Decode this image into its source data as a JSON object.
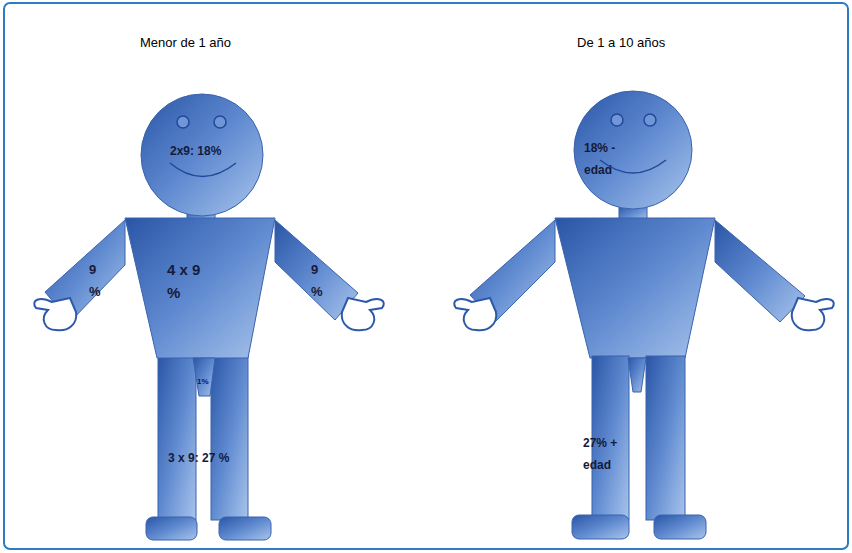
{
  "diagram": {
    "nodes": [
      {
        "text": [
          "2x9: 18%"
        ]
      },
      {
        "text": [
          "18% - edad"
        ]
      },
      {
        "text": [
          "9 %"
        ]
      },
      {
        "text": [
          "4 x 9 %"
        ]
      },
      {
        "text": [
          "9 %"
        ]
      },
      {
        "text": [
          "1%"
        ]
      }
    ],
    "labels": [
      "Menor de 1 año",
      "De 1 a 10 años",
      "3 x 9: 27 %",
      "27% + edad"
    ]
  }
}
